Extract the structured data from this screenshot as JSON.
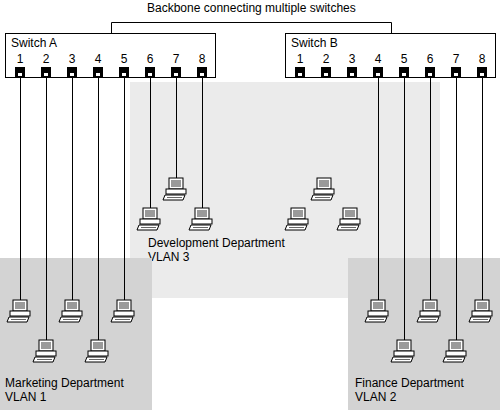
{
  "diagram": {
    "nodes": [
      {
        "text": [
          "Switch A"
        ]
      },
      {
        "text": [
          "Switch B"
        ]
      },
      {
        "text": [
          "Development Department",
          "VLAN 3"
        ]
      },
      {
        "text": [
          "Marketing Department",
          "VLAN 1"
        ]
      },
      {
        "text": [
          "Finance Department",
          "VLAN 2"
        ]
      }
    ],
    "edges": [
      {
        "from": 0,
        "to": 1,
        "arrow": "none",
        "label": "Backbone connecting multiple switches"
      }
    ],
    "labels": [
      "1",
      "2",
      "3",
      "4",
      "5",
      "6",
      "7",
      "8",
      "1",
      "2",
      "3",
      "4",
      "5",
      "6",
      "7",
      "8"
    ]
  }
}
